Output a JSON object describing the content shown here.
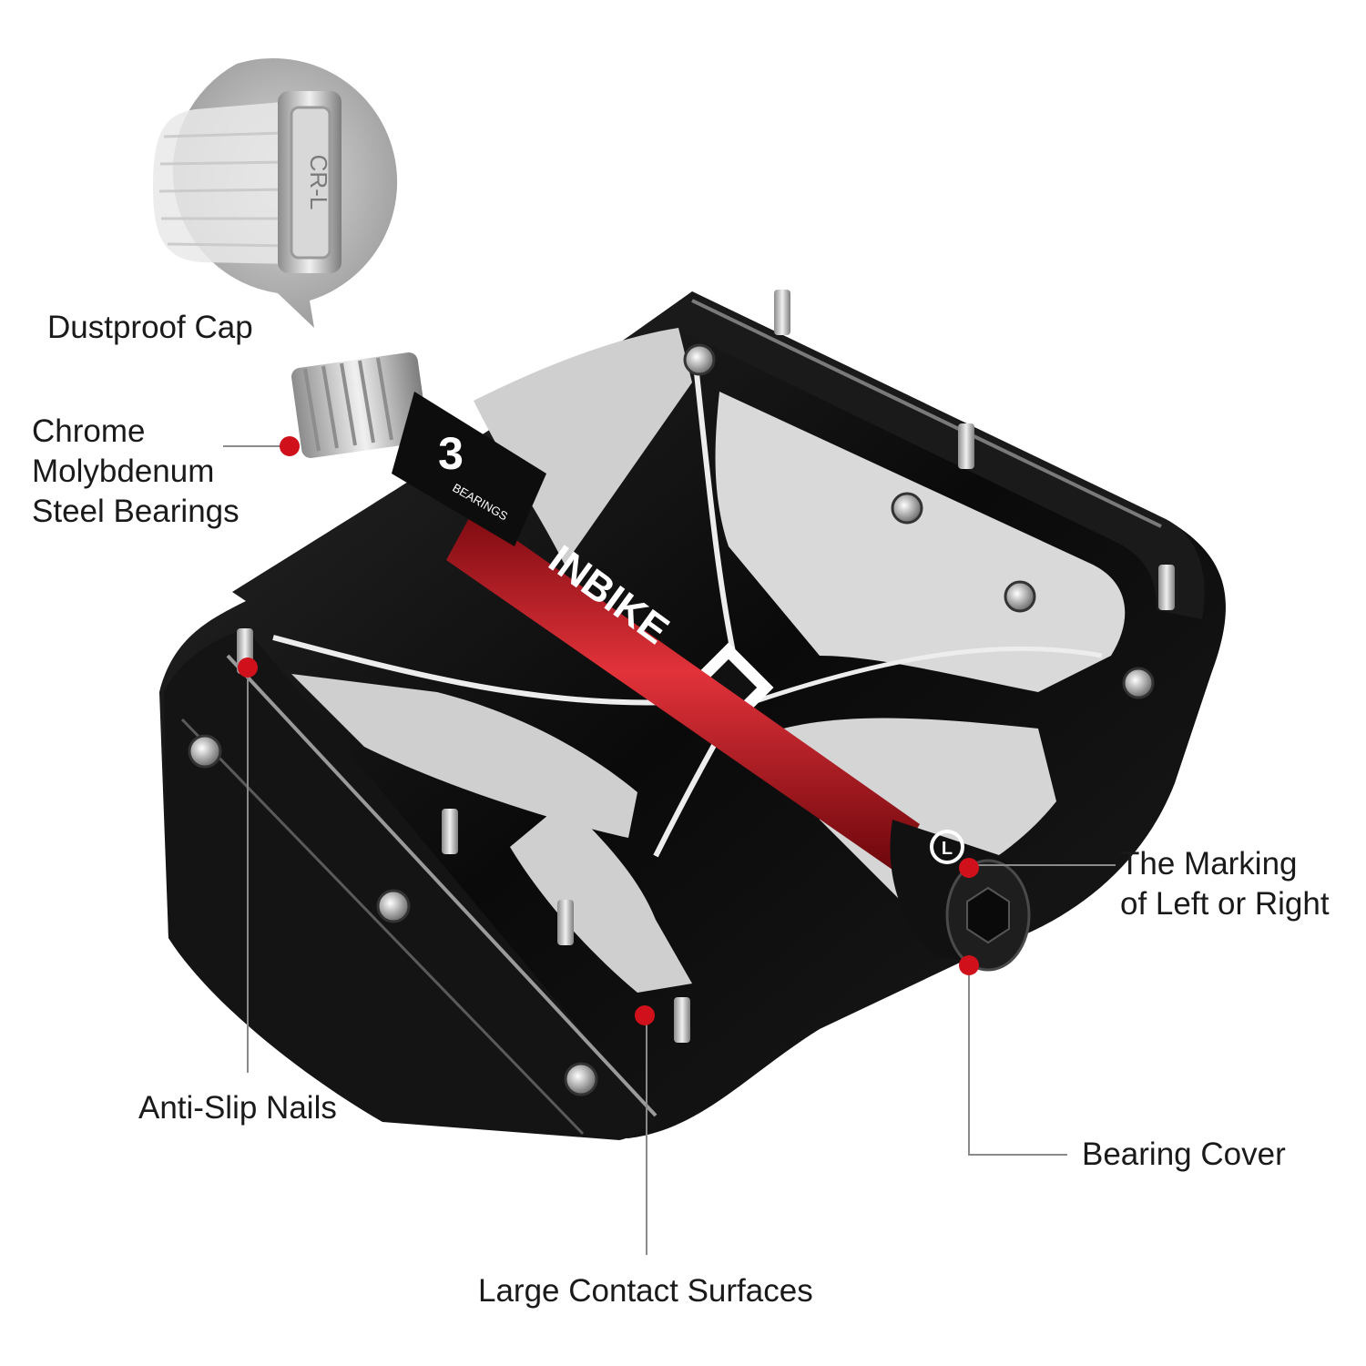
{
  "callouts": {
    "dustproof_cap": "Dustproof Cap",
    "bearings_line1": "Chrome",
    "bearings_line2": "Molybdenum",
    "bearings_line3": "Steel Bearings",
    "marking_line1": "The Marking",
    "marking_line2": "of Left or Right",
    "anti_slip": "Anti-Slip Nails",
    "bearing_cover": "Bearing Cover",
    "contact_surfaces": "Large Contact Surfaces"
  },
  "product": {
    "brand": "INBIKE",
    "bearings_badge": "BEARINGS",
    "bearings_count": "3",
    "cap_marking": "CR-L",
    "side_marking": "L"
  },
  "colors": {
    "accent_red": "#d0111b",
    "body_black": "#0b0b0b",
    "axle_red": "#c4121c",
    "leader_line": "#8a8a8a"
  }
}
